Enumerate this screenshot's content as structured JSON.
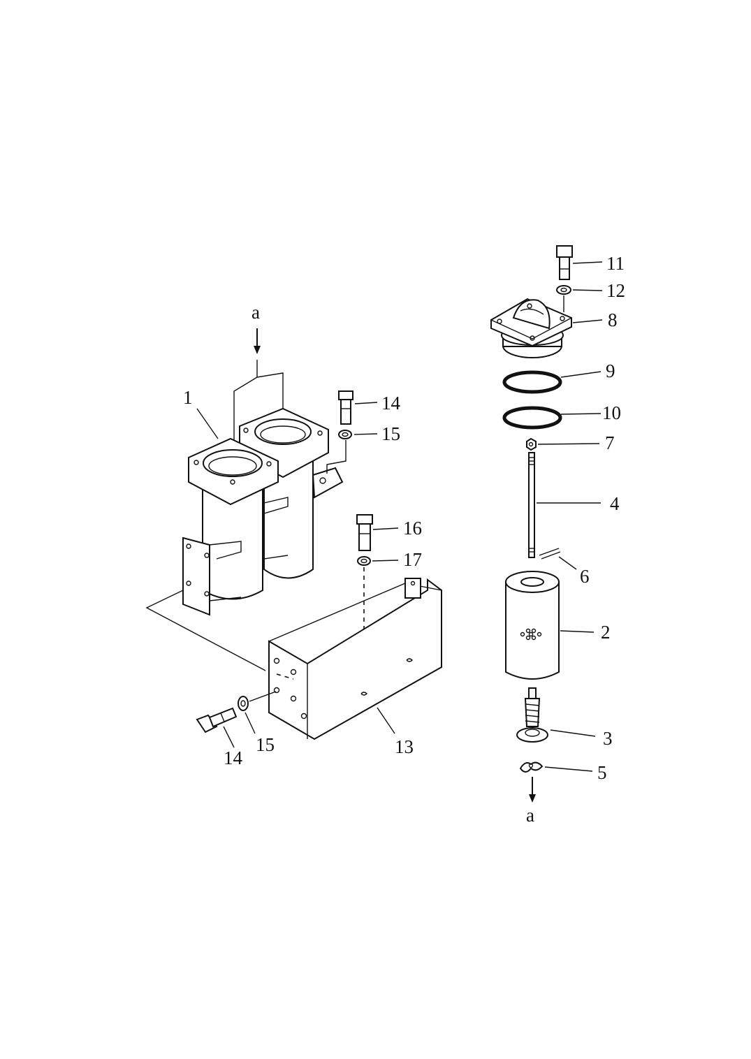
{
  "labels": {
    "a_top": "a",
    "a_bottom": "a",
    "p1": "1",
    "p2": "2",
    "p3": "3",
    "p4": "4",
    "p5": "5",
    "p6": "6",
    "p7": "7",
    "p8": "8",
    "p9": "9",
    "p10": "10",
    "p11": "11",
    "p12": "12",
    "p13": "13",
    "p14_top": "14",
    "p14_bottom": "14",
    "p15_top": "15",
    "p15_bottom": "15",
    "p16": "16",
    "p17": "17"
  }
}
